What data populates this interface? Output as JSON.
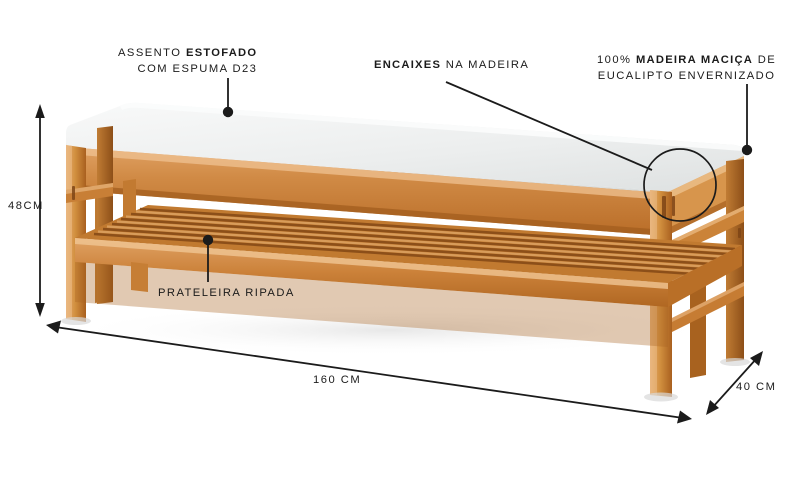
{
  "page": {
    "background_color": "#ffffff",
    "product": "banco de madeira com assento estofado e prateleira ripada"
  },
  "palette": {
    "wood_light": "#e2a86a",
    "wood_mid": "#cf8240",
    "wood_base": "#c4762f",
    "wood_dark": "#9a561f",
    "wood_shadow": "#7d4418",
    "cushion_light": "#f4f5f5",
    "cushion_mid": "#e7e9e9",
    "cushion_shadow": "#d2d5d5",
    "line": "#1b1b1b",
    "floor_shadow": "#ededed"
  },
  "callouts": [
    {
      "name": "seat",
      "line1_plain": "ASSENTO ",
      "line1_bold": "ESTOFADO",
      "line2_plain": "COM ESPUMA D23",
      "line2_bold": ""
    },
    {
      "name": "joints",
      "line1_plain": "",
      "line1_bold": "ENCAIXES",
      "line2_plain": " NA MADEIRA",
      "line2_bold": ""
    },
    {
      "name": "wood",
      "line1_plain": "100% ",
      "line1_bold": "MADEIRA MACIÇA",
      "line1_tail": " DE",
      "line2_plain": "EUCALIPTO ENVERNIZADO",
      "line2_bold": ""
    },
    {
      "name": "shelf",
      "line1_plain": "PRATELEIRA RIPADA",
      "line1_bold": "",
      "line2_plain": "",
      "line2_bold": ""
    }
  ],
  "dimensions": {
    "height": "48CM",
    "width": "160 CM",
    "depth": "40 CM"
  },
  "chart_data": {
    "type": "diagram",
    "title": "",
    "annotations": [
      "ASSENTO ESTOFADO COM ESPUMA D23",
      "ENCAIXES NA MADEIRA",
      "100% MADEIRA MACIÇA DE EUCALIPTO ENVERNIZADO",
      "PRATELEIRA RIPADA"
    ],
    "measurements": [
      {
        "label": "48CM",
        "axis": "height"
      },
      {
        "label": "160 CM",
        "axis": "width"
      },
      {
        "label": "40 CM",
        "axis": "depth"
      }
    ]
  }
}
